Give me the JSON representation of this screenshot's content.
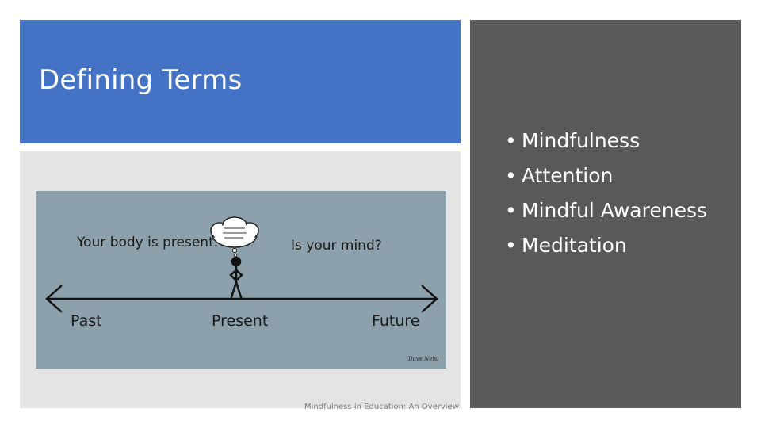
{
  "slide": {
    "title": "Defining Terms",
    "bullets": [
      "Mindfulness",
      "Attention",
      "Mindful Awareness",
      "Meditation"
    ],
    "bullet_glyph": "•",
    "footer": "Mindfulness in Education: An Overview",
    "colors": {
      "title_band": "#4472C4",
      "dark_panel": "#595959",
      "cartoon_bg": "#8DA1AC"
    }
  },
  "cartoon": {
    "left_caption": "Your body is present.",
    "right_caption": "Is your mind?",
    "timeline_labels": [
      "Past",
      "Present",
      "Future"
    ],
    "signature": "Dave Nelsi"
  }
}
